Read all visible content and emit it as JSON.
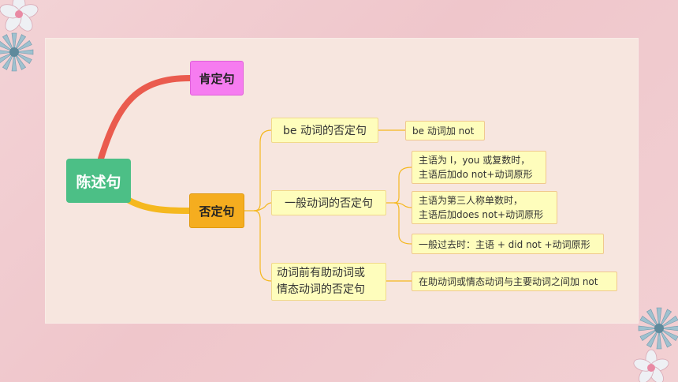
{
  "root": {
    "label": "陈述句"
  },
  "branches": {
    "affirmative": {
      "label": "肯定句"
    },
    "negative": {
      "label": "否定句",
      "children": [
        {
          "label": "be 动词的否定句",
          "details": [
            "be 动词加 not"
          ]
        },
        {
          "label": "一般动词的否定句",
          "details": [
            [
              "主语为 I，you 或复数时，",
              "主语后加do not+动词原形"
            ],
            [
              "主语为第三人称单数时，",
              "主语后加does not+动词原形"
            ],
            [
              "一般过去时：主语 + did not +动词原形"
            ]
          ]
        },
        {
          "label": [
            "动词前有助动词或",
            "情态动词的否定句"
          ],
          "details": [
            "在助动词或情态动词与主要动词之间加 not"
          ]
        }
      ]
    }
  },
  "colors": {
    "root": "#4cbf86",
    "affirmative": "#f67cf0",
    "negative": "#f5ad1f",
    "affirmative_link": "#ea5b4e",
    "negative_link": "#f5b81f",
    "leaf_fill": "#fefdbc",
    "panel": "#f7e6df"
  },
  "decorations": [
    "flower-icon-top-left",
    "flower-icon-bottom-right"
  ]
}
